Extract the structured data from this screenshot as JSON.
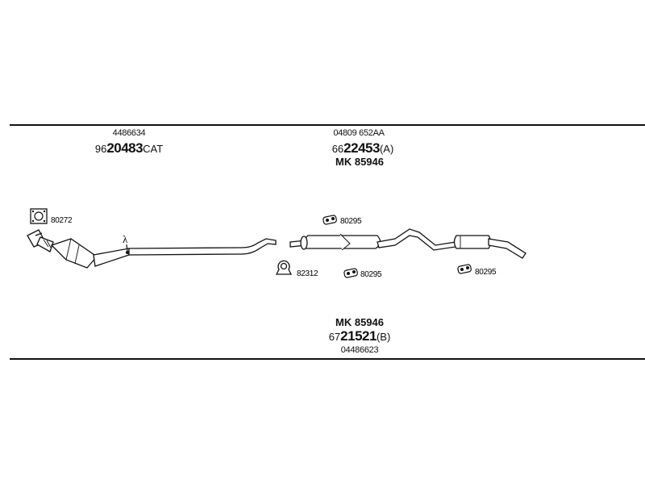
{
  "upper_left": {
    "oe_number": "4486634",
    "code_prefix": "96",
    "code_main": "20483",
    "code_suffix": "CAT"
  },
  "upper_center": {
    "oe_number": "04809 652AA",
    "code_prefix": "66",
    "code_main": "22453",
    "code_suffix": "(A)",
    "kit": "MK 85946"
  },
  "lower_center": {
    "kit": "MK 85946",
    "code_prefix": "67",
    "code_main": "21521",
    "code_suffix": "(B)",
    "oe_number": "04486623"
  },
  "parts": {
    "gasket": "80272",
    "rubber_mount_top": "80295",
    "clamp": "82312",
    "rubber_mount_bottom": "80295",
    "rubber_mount_rear": "80295",
    "lambda_symbol": "λ"
  }
}
